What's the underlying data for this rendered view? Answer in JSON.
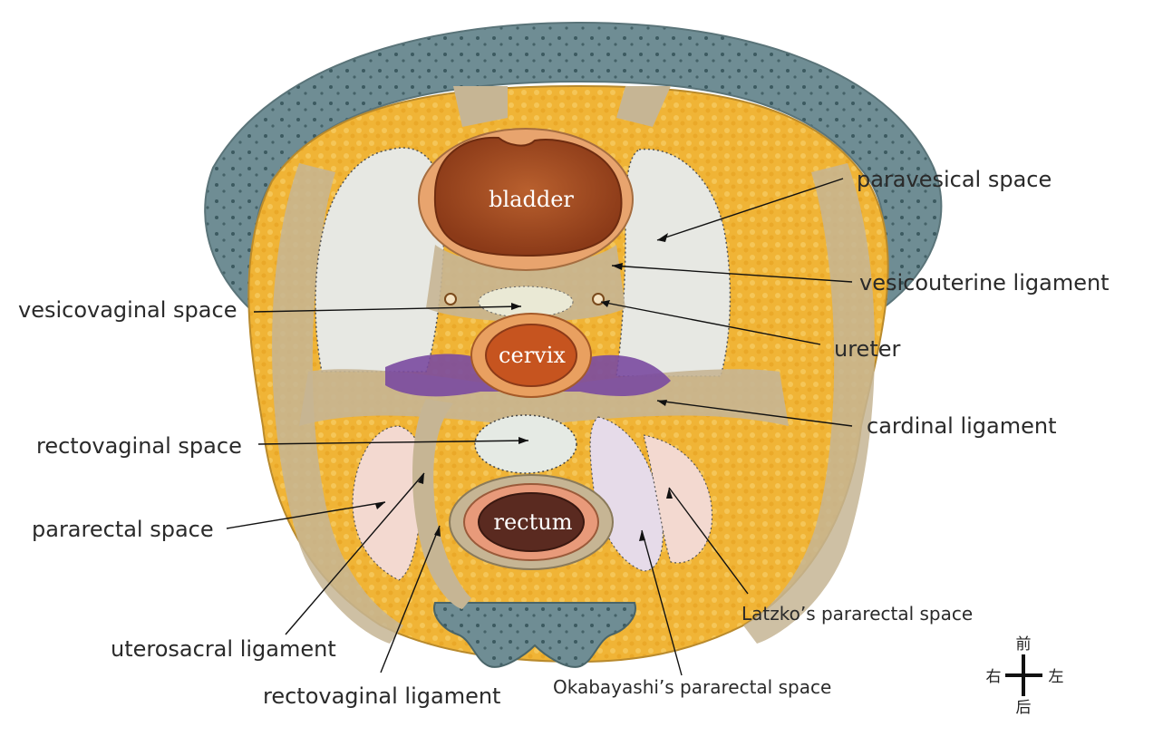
{
  "organs": {
    "bladder": "bladder",
    "cervix": "cervix",
    "rectum": "rectum"
  },
  "labels": {
    "paravesical_space": "paravesical space",
    "vesicouterine_ligament": "vesicouterine ligament",
    "vesicovaginal_space": "vesicovaginal space",
    "ureter": "ureter",
    "cardinal_ligament": "cardinal ligament",
    "rectovaginal_space": "rectovaginal space",
    "pararectal_space": "pararectal space",
    "latzko_pararectal_space": "Latzko’s pararectal space",
    "uterosacral_ligament": "uterosacral ligament",
    "rectovaginal_ligament": "rectovaginal ligament",
    "okabayashi_pararectal_space": "Okabayashi’s pararectal space"
  },
  "compass": {
    "anterior": "前",
    "posterior": "后",
    "right": "右",
    "left": "左"
  },
  "colors": {
    "bone": "#6e8c92",
    "fat": "#f0b436",
    "ligament": "#c6b594",
    "space_white": "#e7e8e3",
    "bladder": "#a84a1e",
    "cervix": "#c6541f",
    "cardinal": "#7a4aa0",
    "rectum": "#e89a7a",
    "pararectal": "#f3d9d0",
    "okabayashi": "#e6dbe9"
  }
}
